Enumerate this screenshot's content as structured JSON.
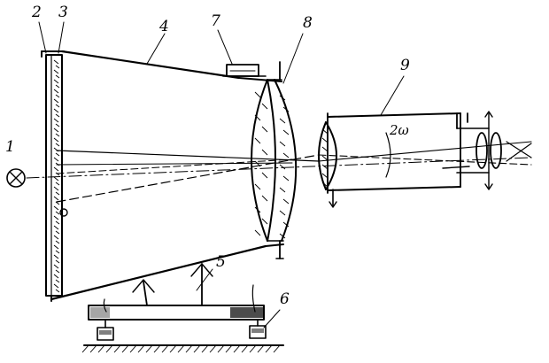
{
  "labels": {
    "l1": "1",
    "l2": "2",
    "l3": "3",
    "l4": "4",
    "l5": "5",
    "l6": "6",
    "l7": "7",
    "l8": "8",
    "l9": "9",
    "field_angle": "2ω"
  }
}
